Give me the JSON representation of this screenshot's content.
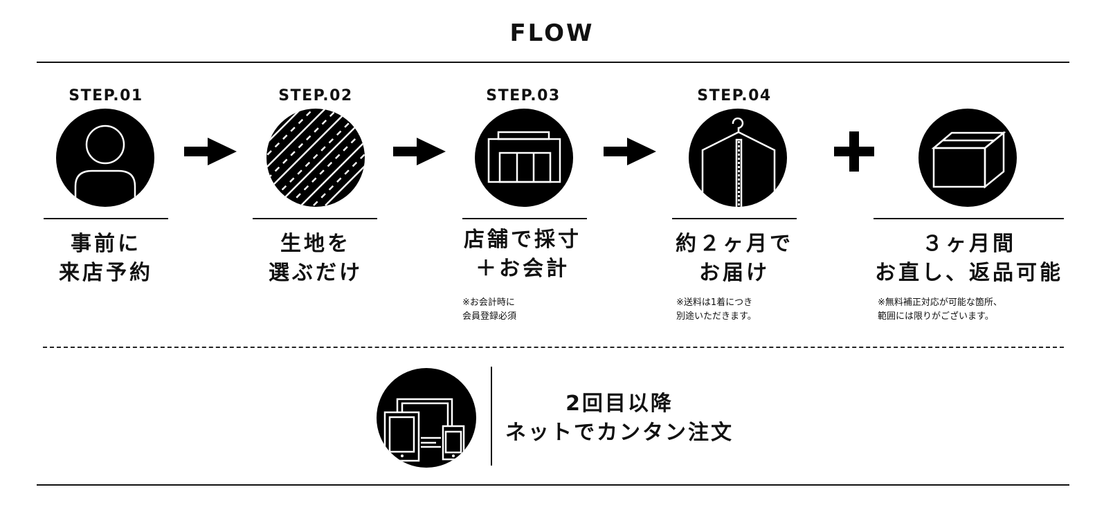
{
  "title": "FLOW",
  "steps": [
    {
      "label": "STEP.01",
      "icon": "person-icon",
      "heading_line1": "事前に",
      "heading_line2": "来店予約",
      "note_line1": "",
      "note_line2": ""
    },
    {
      "label": "STEP.02",
      "icon": "fabric-icon",
      "heading_line1": "生地を",
      "heading_line2": "選ぶだけ",
      "note_line1": "",
      "note_line2": ""
    },
    {
      "label": "STEP.03",
      "icon": "store-icon",
      "heading_line1": "店舗で採寸",
      "heading_line2": "＋お会計",
      "note_line1": "※お会計時に",
      "note_line2": "会員登録必須"
    },
    {
      "label": "STEP.04",
      "icon": "garment-bag-icon",
      "heading_line1": "約２ヶ月で",
      "heading_line2": "お届け",
      "note_line1": "※送料は1着につき",
      "note_line2": "別途いただきます。"
    },
    {
      "label": "",
      "icon": "box-icon",
      "heading_line1": "３ヶ月間",
      "heading_line2": "お直し、返品可能",
      "note_line1": "※無料補正対応が可能な箇所、",
      "note_line2": "範囲には限りがございます。"
    }
  ],
  "connectors": [
    "arrow-right",
    "arrow-right",
    "arrow-right",
    "plus"
  ],
  "repeat": {
    "icon": "devices-icon",
    "line1": "2回目以降",
    "line2": "ネットでカンタン注文"
  }
}
